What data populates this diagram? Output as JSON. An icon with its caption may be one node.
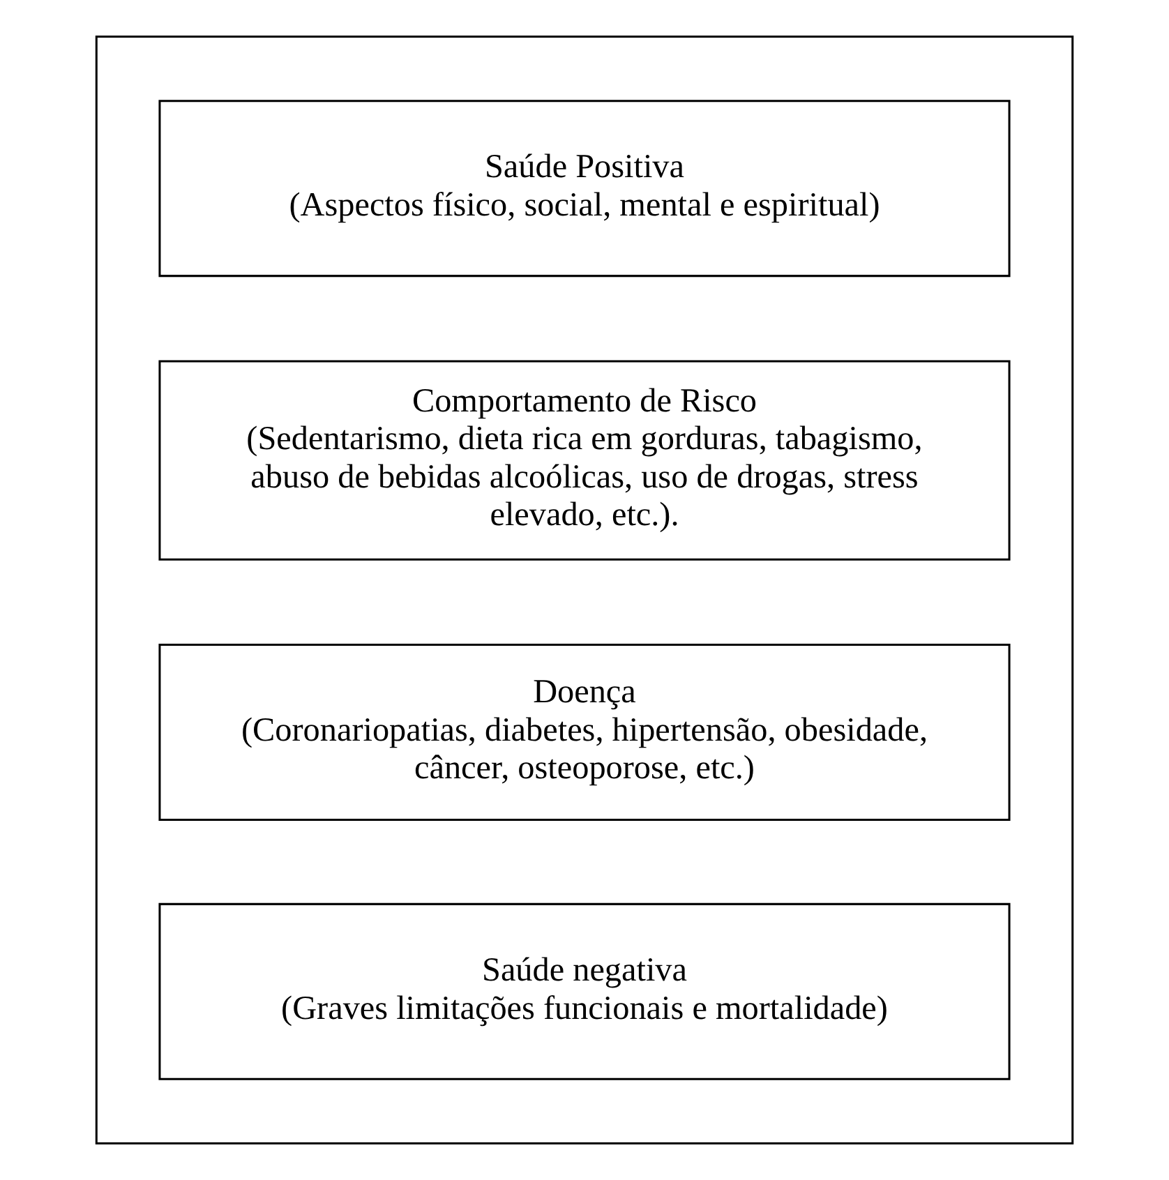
{
  "diagram": {
    "nodes": [
      {
        "text": [],
        "shape": "box"
      },
      {
        "text": [
          "Saúde Positiva",
          "(Aspectos físico, social, mental e espiritual)"
        ],
        "in": 0
      },
      {
        "text": [
          "Comportamento de Risco",
          "(Sedentarismo, dieta rica em gorduras, tabagismo, abuso de bebidas alcoólicas, uso de drogas, stress elevado, etc.)."
        ],
        "in": 0
      },
      {
        "text": [
          "Doença",
          "(Coronariopatias, diabetes, hipertensão, obesidade, câncer, osteoporose, etc.)"
        ],
        "in": 0
      },
      {
        "text": [
          "Saúde negativa",
          "(Graves limitações funcionais e mortalidade)"
        ],
        "in": 0
      }
    ],
    "edges": []
  }
}
